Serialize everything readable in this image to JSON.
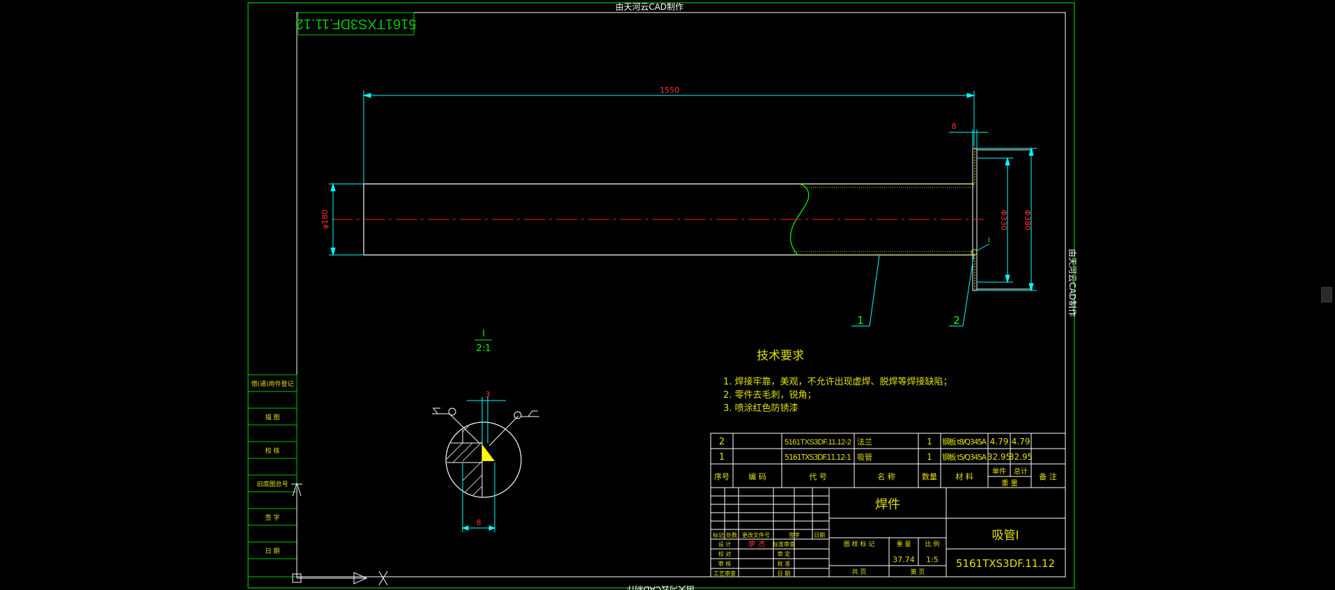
{
  "watermark": {
    "top": "由天河云CAD制作",
    "bottom": "由天河云CAD制作",
    "right": "由天河云CAD制作"
  },
  "drawing_number_box": "5161TXS3DF.11.12",
  "dimensions": {
    "length": "1550",
    "flange_thickness": "8",
    "pipe_diameter": "φ180",
    "bore_diameter": "Φ330",
    "flange_diameter": "Φ380"
  },
  "balloons": {
    "pipe": "1",
    "flange": "2"
  },
  "detail": {
    "label": "I",
    "ref_label": "I",
    "scale": "2:1",
    "dim_top": "3",
    "dim_bottom": "8"
  },
  "tech_req": {
    "title": "技术要求",
    "items": [
      "1. 焊接牢靠，美观，不允许出现虚焊、脱焊等焊接缺陷；",
      "2. 零件去毛刺，锐角；",
      "3. 喷涂红色防锈漆"
    ]
  },
  "left_strip": [
    "借(通)用件登记",
    "描 图",
    "校 核",
    "旧底图总号",
    "签 字",
    "日 期"
  ],
  "bom": {
    "rows": [
      {
        "no": "2",
        "code": "",
        "part": "5161TXS3DF.11.12-2",
        "name": "法兰",
        "qty": "1",
        "material": "钢板 t8/Q345A",
        "unit_w": "4.79",
        "total_w": "4.79",
        "remark": ""
      },
      {
        "no": "1",
        "code": "",
        "part": "5161TXS3DF.11.12-1",
        "name": "吸管",
        "qty": "1",
        "material": "钢板 t5/Q345A",
        "unit_w": "32.95",
        "total_w": "32.95",
        "remark": ""
      }
    ],
    "header": {
      "no": "序号",
      "code": "编  码",
      "part": "代  号",
      "name": "名  称",
      "qty": "数量",
      "material": "材  料",
      "unit": "单件",
      "total": "总计",
      "weight": "重  量",
      "remark": "备 注"
    }
  },
  "title_block": {
    "part_type": "焊件",
    "part_name": "吸管I",
    "drawing_no": "5161TXS3DF.11.12",
    "weight": "37.74",
    "scale": "1:5",
    "signature": "李 杰",
    "labels": {
      "mark": "标记",
      "count": "处数",
      "change_doc": "更改文件号",
      "sign": "签字",
      "date": "日期",
      "design": "设 计",
      "std_review": "标准审查",
      "check": "校 对",
      "audit": "审 定",
      "review": "审 核",
      "approve": "批 准",
      "process": "工艺审查",
      "date2": "日 期",
      "stage": "图 样 标 记",
      "weight": "重 量",
      "scale": "比 例",
      "total_sheets": "共   页",
      "sheet": "第   页"
    }
  },
  "colors": {
    "frame": "#00c800",
    "outline": "#ffffff",
    "dim": "#00ffff",
    "dim_text": "#ff3030",
    "center": "#ff2020",
    "hatch": "#ffff00",
    "text": "#e0e000"
  }
}
